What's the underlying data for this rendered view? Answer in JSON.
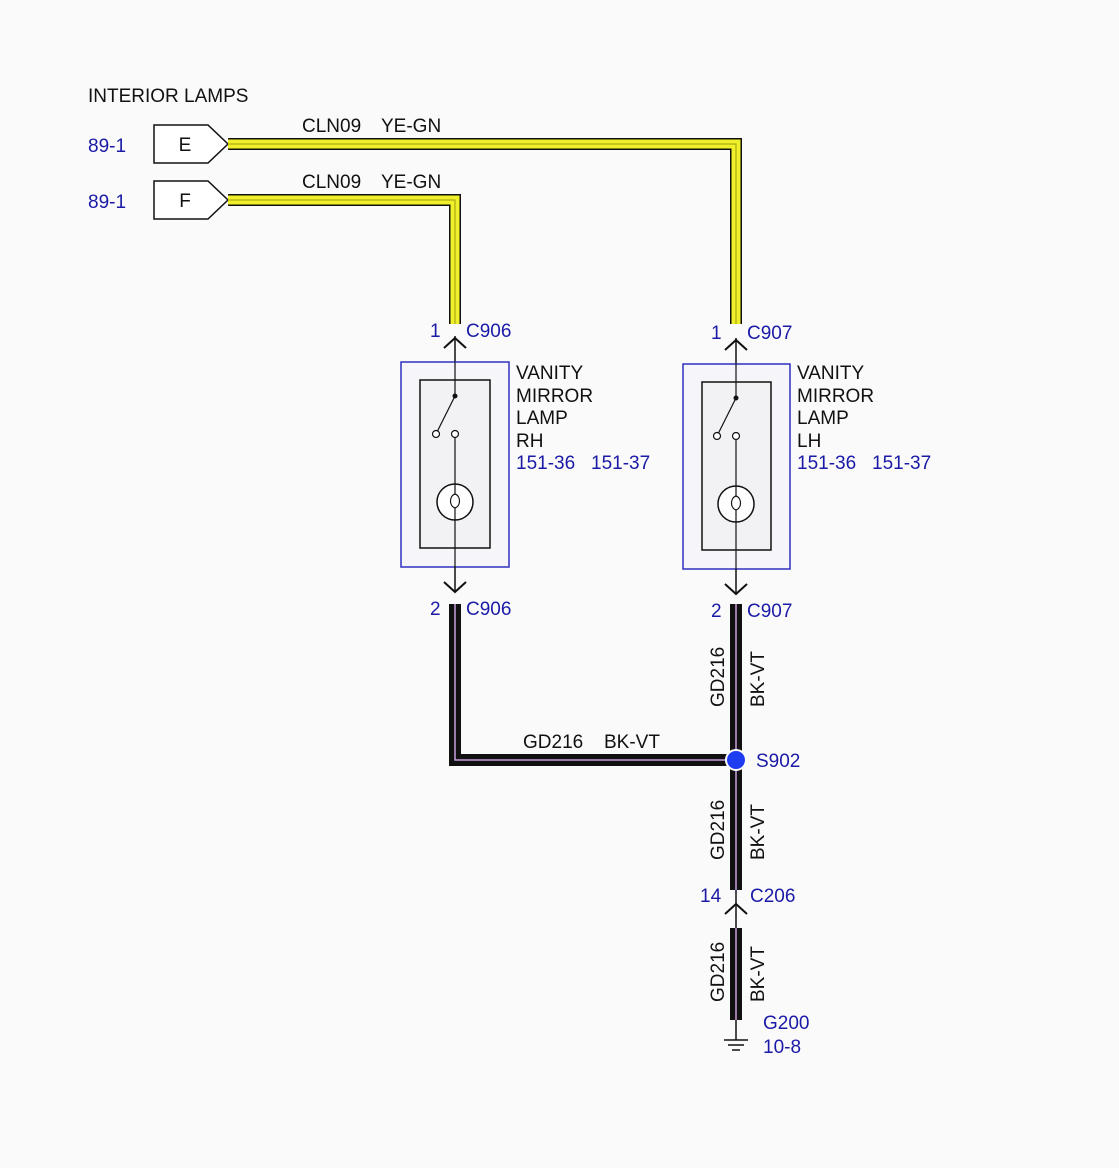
{
  "title": "INTERIOR LAMPS",
  "colors": {
    "background": "#fafafb",
    "wire_yellow": "#f0f02a",
    "wire_dark": "#111111",
    "wire_violet_stripe": "#c8a0e0",
    "reference_blue": "#1a1aa6",
    "component_border": "#3030c0",
    "splice_dot": "#1e3cf0"
  },
  "connectors_in": [
    {
      "page_ref": "89-1",
      "pin": "E",
      "circuit": "CLN09",
      "color_code": "YE-GN"
    },
    {
      "page_ref": "89-1",
      "pin": "F",
      "circuit": "CLN09",
      "color_code": "YE-GN"
    }
  ],
  "components": [
    {
      "name_lines": [
        "VANITY",
        "MIRROR",
        "LAMP",
        "RH"
      ],
      "refs": [
        "151-36",
        "151-37"
      ],
      "top_pin": "1",
      "top_connector": "C906",
      "bottom_pin": "2",
      "bottom_connector": "C906"
    },
    {
      "name_lines": [
        "VANITY",
        "MIRROR",
        "LAMP",
        "LH"
      ],
      "refs": [
        "151-36",
        "151-37"
      ],
      "top_pin": "1",
      "top_connector": "C907",
      "bottom_pin": "2",
      "bottom_connector": "C907"
    }
  ],
  "ground_wires": {
    "horizontal": {
      "circuit": "GD216",
      "color_code": "BK-VT"
    },
    "lh_down": {
      "circuit": "GD216",
      "color_code": "BK-VT"
    },
    "below_splice": {
      "circuit": "GD216",
      "color_code": "BK-VT"
    },
    "below_c206": {
      "circuit": "GD216",
      "color_code": "BK-VT"
    }
  },
  "splice": {
    "name": "S902"
  },
  "inline_connector": {
    "pin": "14",
    "name": "C206"
  },
  "ground": {
    "name": "G200",
    "ref": "10-8"
  }
}
